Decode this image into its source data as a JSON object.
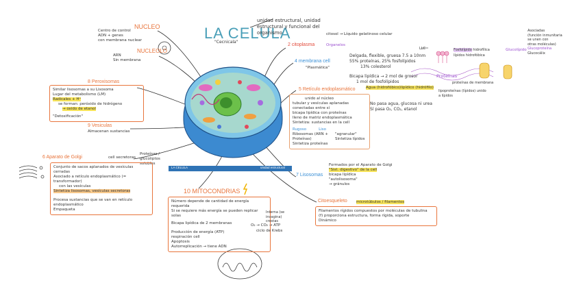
{
  "title": "LA CELULA",
  "title_sub": "\"Cecnicala\"",
  "title_sub2": "unidad estructural, unidad estructural y funcional del organismo",
  "nucleo": {
    "heading": "NUCLEO",
    "lines": [
      "Centro de control",
      "ADN + genes",
      "con membrana nuclear"
    ]
  },
  "nucleolo": {
    "heading": "NUCLEOLO",
    "lines": [
      "ARN",
      "Sin membrana"
    ]
  },
  "peroxisomas": {
    "heading": "8 Peroxisomas",
    "lines": [
      "Similar lisosomas a su Lisosoma",
      "Lugar del metabolismo (LM)",
      "Radicales + H⁺",
      "se forman: peróxido de hidrógeno",
      "→ oxido de etanol",
      "\"Detoxificación\""
    ]
  },
  "vesiculas": {
    "heading": "9 Vesiculas",
    "lines": [
      "Almacenan sustancias"
    ]
  },
  "golgi": {
    "heading": "6 Aparato de Golgi",
    "side": "cell secretoras",
    "side2": "Proteínas / glucoliptos solubles",
    "lines": [
      "Conjunto de sacos aplanados de vesículas cerradas",
      "Asociado a retículo endoplasmático (= transformador)",
      "con las vesículas",
      "Sintetiza lisosomas, vesículas secretoras",
      "Procesa sustancias que se van en retículo endoplasmático",
      "Empaqueta"
    ]
  },
  "mitocondrias": {
    "heading": "10 MITOCONDRIAS",
    "lines": [
      "Número depende de cantidad de energía requerida",
      "Si se requiere más energía se pueden replicar solas",
      "Bicapa lipídica de 2 membranas",
      "Producción de energía (ATP)",
      "respiración cell",
      "Apoptosis",
      "Autorreplicación → tiene ADN"
    ],
    "side_lines": [
      "Interna (se invagina)",
      "crestas"
    ],
    "formula": "O₂ → CO₂ → ATP",
    "formula2": "ciclo de Krebs"
  },
  "citoplasma": {
    "heading": "2 citoplasma",
    "line": "citosol → Líquido gelatinoso celular",
    "organelos": "Organelos"
  },
  "membrana": {
    "heading": "4 membrana cell",
    "sub": "\"Plasmática\"",
    "lines": [
      "Delgada, flexible, gruesa 7.5 a 10nm",
      "55% proteínas, 25% fosfolípidos",
      "13% colesterol",
      "Bicapa lipídica → 2 mol de grosor",
      "1 mol de fosfolípidos"
    ],
    "agua": "Agua (hidrofóbico)",
    "lipidos": "lipídico (hidrófilo)",
    "no_pasa": "No pasa agua, glucosa ni urea",
    "si_pasa": "Sí pasa O₂, CO₂, etanol"
  },
  "reticulo": {
    "heading": "5 Retículo endoplasmático",
    "lines": [
      "unido al núcleo",
      "tubular y vesículas aplanadas conectadas entre sí",
      "bicapa lipídica con proteínas",
      "lleno de matriz endoplasmática",
      "Sintetiza: sustancias en la cell"
    ],
    "rugoso": "Rugoso",
    "liso": "Liso",
    "rugoso_lines": [
      "Ribosomas (ARN + Proteínas)",
      "Sintetiza proteínas"
    ],
    "liso_lines": [
      "\"agranular\"",
      "Sintetiza lípidos"
    ]
  },
  "lisosomas": {
    "heading": "7 Lisosomas",
    "lines": [
      "Formados por el Aparato de Golgi",
      "\"Sist. digestivo\" de la cell",
      "bicapa lipídica",
      "\"autolisosoma\"",
      "→ gránulos"
    ]
  },
  "citoesqueleto": {
    "heading": "Citoesqueleto",
    "tag": "microtúbulos / filamentos",
    "lines": [
      "Filamentos rígidos compuestos por moléculas de tubulina",
      "(f) proporciona estructura, forma rígida, soporte",
      "Dinámico"
    ]
  },
  "right": {
    "fosfolipido": "Fosfolípido",
    "hidrofilica": "hidrofílica",
    "lipidos": "lípidos",
    "hidrofobica": "hidrofóbica",
    "glucolipido": "Glucolípido",
    "proteina": "Proteínas",
    "proteinas_label": "proteínas de membrana",
    "lipoproteinas": "lipoproteínas (lípidos) unido a lípidos",
    "llc": "LLC",
    "notes": [
      "Asociadas",
      "(función inmunitaria",
      "se unen con",
      "otras moléculas)",
      "Glucoproteína",
      "Glucocálix"
    ]
  },
  "banner_left": "LA CELULA",
  "banner_right": "unidad estructural"
}
